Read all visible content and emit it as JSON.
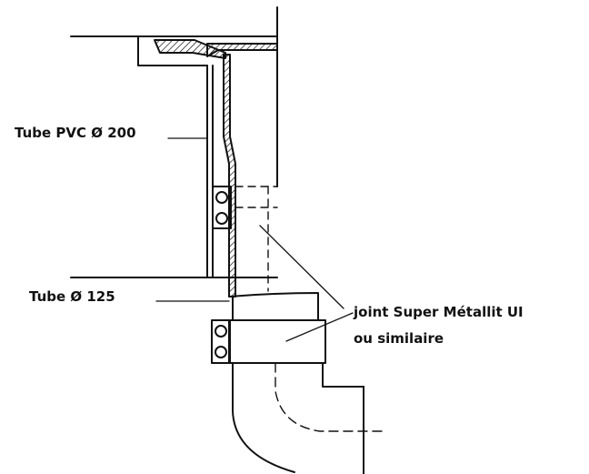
{
  "labels": {
    "tube_pvc": "Tube PVC Ø 200",
    "tube_125": "Tube Ø 125",
    "joint_line1": "joint  Super Métallit UI",
    "joint_line2": "ou similaire"
  },
  "colors": {
    "ink": "#111111",
    "background": "#ffffff"
  }
}
